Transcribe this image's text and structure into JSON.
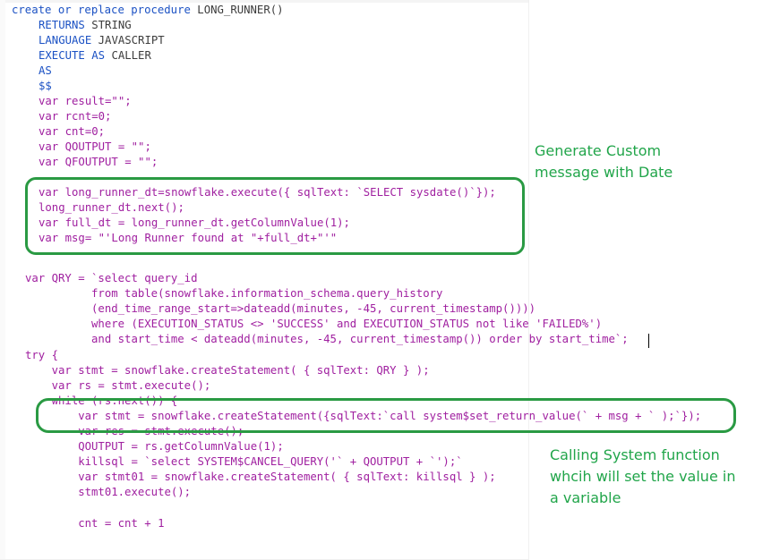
{
  "colors": {
    "keyword": "#1c52c4",
    "text": "#3c3c3c",
    "js": "#a020a0",
    "annotation": "#21a54a",
    "highlight_box": "#2a9a43"
  },
  "code_lines": [
    [
      [
        "k",
        "create or replace procedure "
      ],
      [
        "t",
        "LONG_RUNNER()"
      ]
    ],
    [
      [
        "k",
        "RETURNS "
      ],
      [
        "t",
        "STRING"
      ]
    ],
    [
      [
        "k",
        "LANGUAGE "
      ],
      [
        "t",
        "JAVASCRIPT"
      ]
    ],
    [
      [
        "k",
        "EXECUTE AS "
      ],
      [
        "t",
        "CALLER"
      ]
    ],
    [
      [
        "k",
        "AS"
      ]
    ],
    [
      [
        "k",
        "$$"
      ]
    ],
    [
      [
        "j",
        "var result=\"\";"
      ]
    ],
    [
      [
        "j",
        "var rcnt=0;"
      ]
    ],
    [
      [
        "j",
        "var cnt=0;"
      ]
    ],
    [
      [
        "j",
        "var QOUTPUT = \"\";"
      ]
    ],
    [
      [
        "j",
        "var QFOUTPUT = \"\";"
      ]
    ],
    [],
    [
      [
        "j",
        "var long_runner_dt=snowflake.execute({ sqlText: `SELECT sysdate()`});"
      ]
    ],
    [
      [
        "j",
        "long_runner_dt.next();"
      ]
    ],
    [
      [
        "j",
        "var full_dt = long_runner_dt.getColumnValue(1);"
      ]
    ],
    [
      [
        "j",
        "var msg= \"'Long Runner found at \"+full_dt+\"'\""
      ]
    ],
    [],
    [],
    [
      [
        "j",
        "var QRY = `select query_id"
      ]
    ],
    [
      [
        "j",
        "          from table(snowflake.information_schema.query_history"
      ]
    ],
    [
      [
        "j",
        "          (end_time_range_start=>dateadd(minutes, -45, current_timestamp())))"
      ]
    ],
    [
      [
        "j",
        "          where (EXECUTION_STATUS <> 'SUCCESS' and EXECUTION_STATUS not like 'FAILED%')"
      ]
    ],
    [
      [
        "j",
        "          and start_time < dateadd(minutes, -45, current_timestamp()) order by start_time`;"
      ]
    ],
    [
      [
        "j",
        "try {"
      ]
    ],
    [
      [
        "j",
        "    var stmt = snowflake.createStatement( { sqlText: QRY } );"
      ]
    ],
    [
      [
        "j",
        "    var rs = stmt.execute();"
      ]
    ],
    [
      [
        "j",
        "    while (rs.next()) {"
      ]
    ],
    [
      [
        "j",
        "        var stmt = snowflake.createStatement({sqlText:`call system$set_return_value(` + msg + ` );`});"
      ]
    ],
    [
      [
        "j",
        "        var res = stmt.execute();"
      ]
    ],
    [
      [
        "j",
        "        QOUTPUT = rs.getColumnValue(1);"
      ]
    ],
    [
      [
        "j",
        "        killsql = `select SYSTEM$CANCEL_QUERY('` + QOUTPUT + `');`"
      ]
    ],
    [
      [
        "j",
        "        var stmt01 = snowflake.createStatement( { sqlText: killsql } );"
      ]
    ],
    [
      [
        "j",
        "        stmt01.execute();"
      ]
    ],
    [],
    [
      [
        "j",
        "        cnt = cnt + 1"
      ]
    ]
  ],
  "annotations": {
    "generate": [
      "Generate Custom",
      "message with Date"
    ],
    "calling": [
      "Calling System function",
      "whcih will set the value in",
      "a  variable"
    ]
  }
}
